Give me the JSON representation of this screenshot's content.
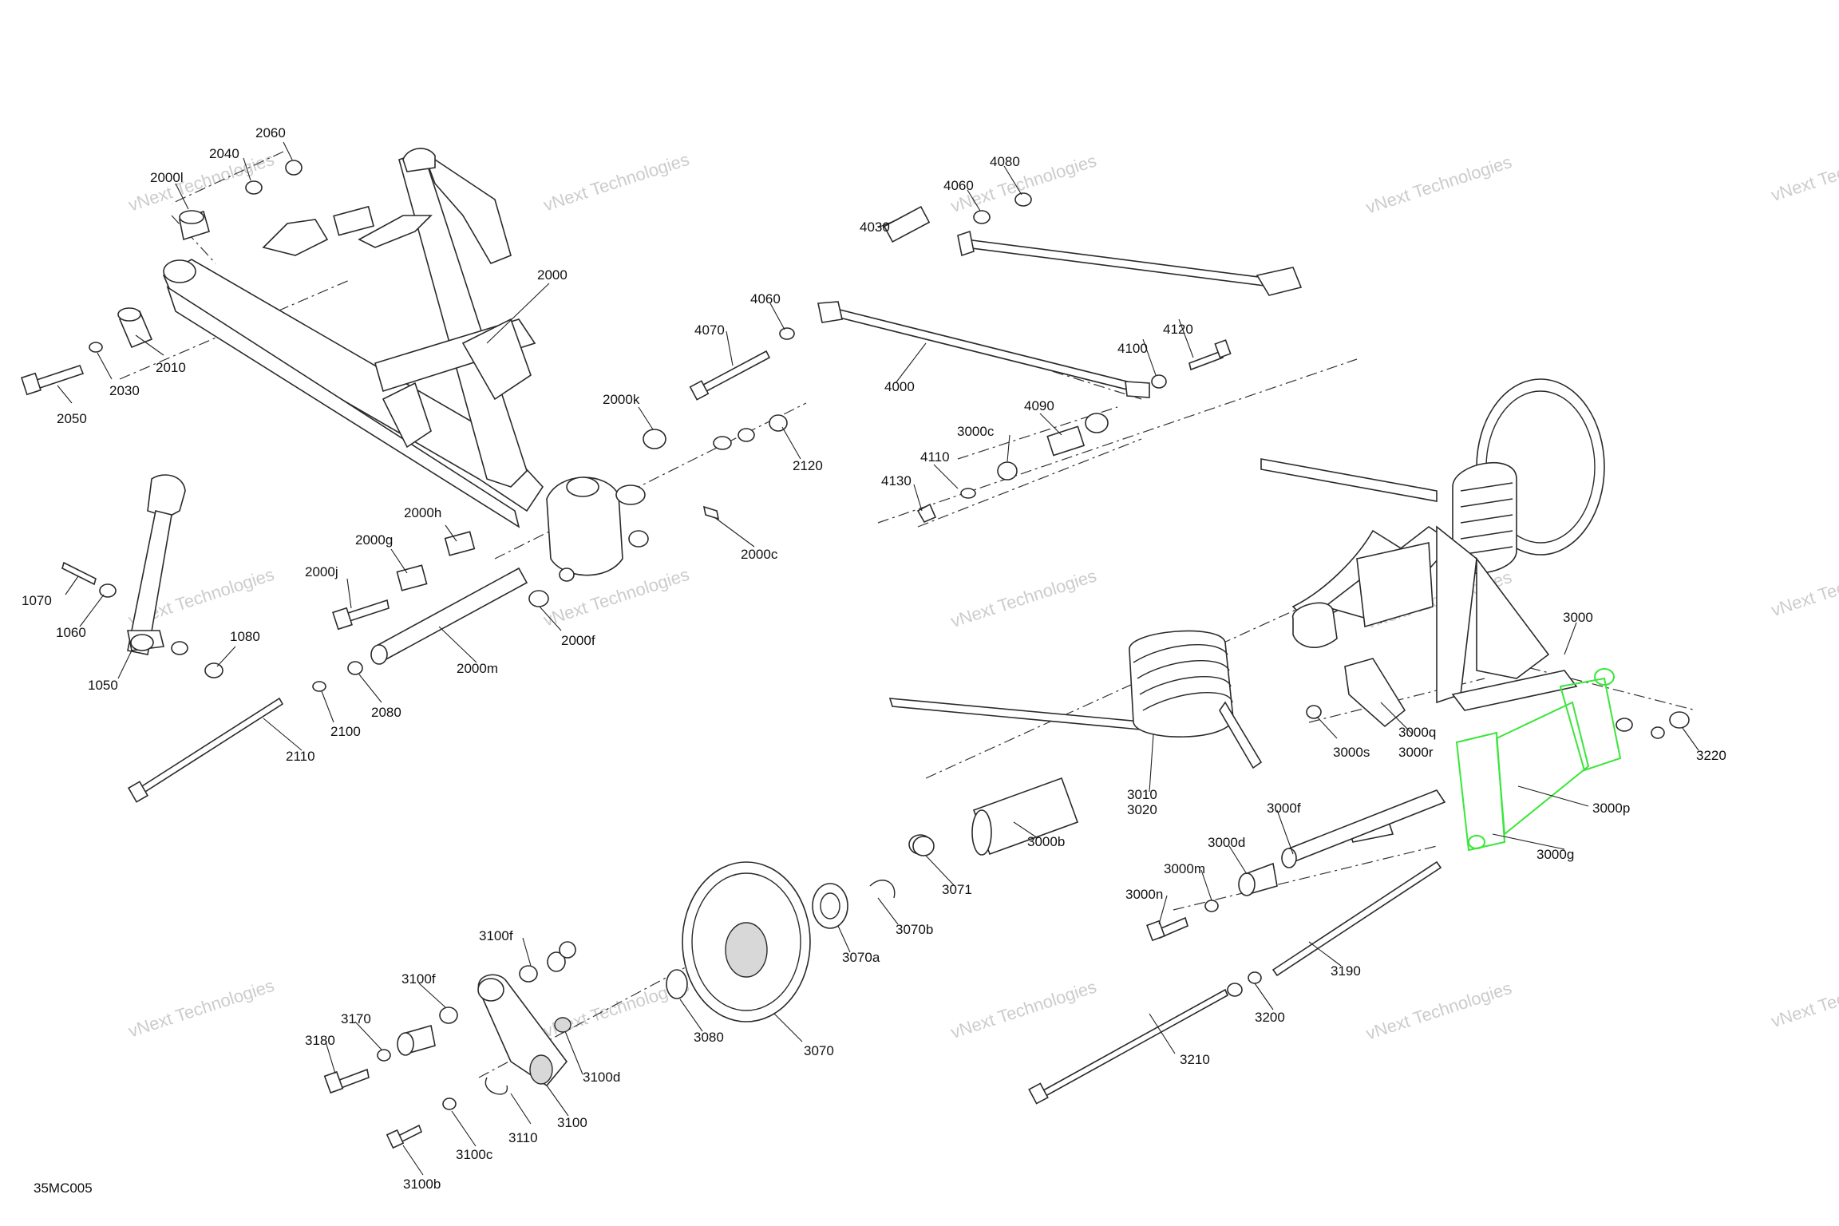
{
  "diagram": {
    "code": "35MC005",
    "watermark": "vNext Technologies",
    "highlight_color": "#39e639",
    "highlighted_part": "3000g",
    "parts": [
      "2060",
      "2040",
      "2000l",
      "2000",
      "2010",
      "2030",
      "2050",
      "2000k",
      "2120",
      "2000c",
      "2000h",
      "2000g",
      "2000j",
      "2000f",
      "2000m",
      "2080",
      "2100",
      "2110",
      "1070",
      "1060",
      "1080",
      "1050",
      "4080",
      "4060",
      "4030",
      "4060",
      "4070",
      "4000",
      "4100",
      "4120",
      "4090",
      "3000c",
      "4110",
      "4130",
      "3000",
      "3000q",
      "3000r",
      "3000s",
      "3220",
      "3000p",
      "3000g",
      "3010",
      "3020",
      "3000f",
      "3000b",
      "3000d",
      "3000m",
      "3000n",
      "3071",
      "3070b",
      "3070a",
      "3070",
      "3080",
      "3190",
      "3200",
      "3210",
      "3100f",
      "3100f",
      "3170",
      "3180",
      "3100d",
      "3100",
      "3110",
      "3100c",
      "3100b"
    ]
  }
}
